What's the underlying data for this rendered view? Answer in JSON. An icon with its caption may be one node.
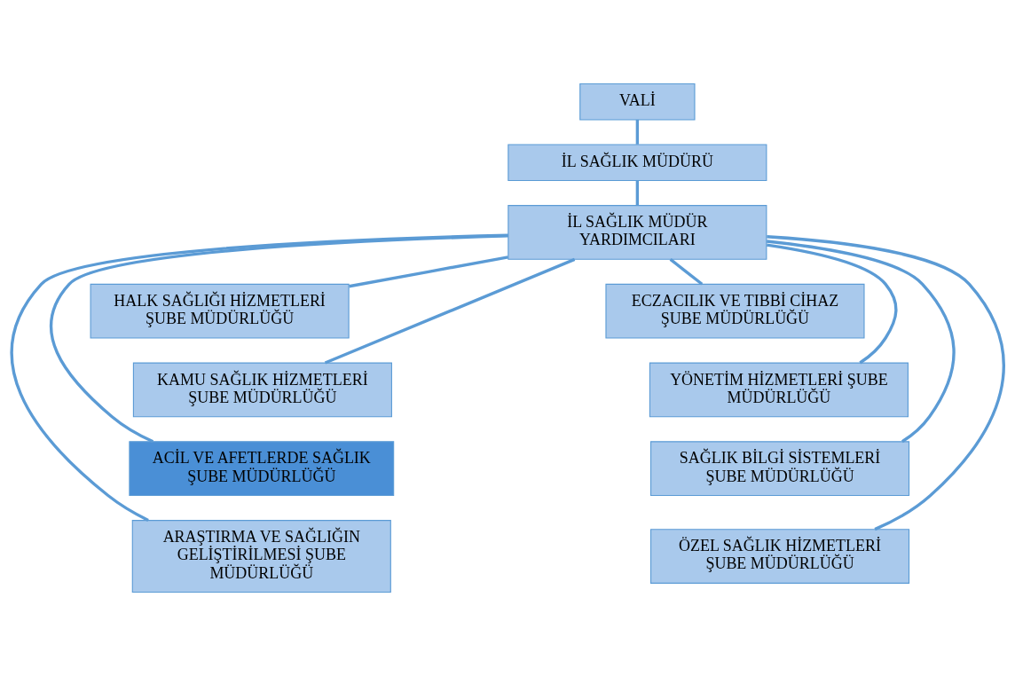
{
  "diagram": {
    "nodes": [
      {
        "text": [
          "VALİ"
        ]
      },
      {
        "text": [
          "İL SAĞLIK MÜDÜRÜ"
        ]
      },
      {
        "text": [
          "İL SAĞLIK MÜDÜR YARDIMCILARI"
        ]
      },
      {
        "text": [
          "HALK SAĞLIĞI HİZMETLERİ ŞUBE MÜDÜRLÜĞÜ"
        ]
      },
      {
        "text": [
          "ECZACILIK VE TIBBİ CİHAZ ŞUBE MÜDÜRLÜĞÜ"
        ]
      },
      {
        "text": [
          "KAMU SAĞLIK HİZMETLERİ ŞUBE MÜDÜRLÜĞÜ"
        ]
      },
      {
        "text": [
          "YÖNETİM HİZMETLERİ ŞUBE MÜDÜRLÜĞÜ"
        ]
      },
      {
        "text": [
          "ACİL VE AFETLERDE SAĞLIK ŞUBE MÜDÜRLÜĞÜ"
        ]
      },
      {
        "text": [
          "SAĞLIK BİLGİ SİSTEMLERİ ŞUBE MÜDÜRLÜĞÜ"
        ]
      },
      {
        "text": [
          "ARAŞTIRMA VE SAĞLIĞIN GELİŞTİRİLMESİ ŞUBE MÜDÜRLÜĞÜ"
        ]
      },
      {
        "text": [
          "ÖZEL SAĞLIK HİZMETLERİ ŞUBE MÜDÜRLÜĞÜ"
        ]
      }
    ],
    "edges": [
      {
        "from": 0,
        "to": 1,
        "arrow": "none"
      },
      {
        "from": 1,
        "to": 2,
        "arrow": "none"
      },
      {
        "from": 2,
        "to": 3,
        "arrow": "none"
      },
      {
        "from": 2,
        "to": 4,
        "arrow": "none"
      },
      {
        "from": 2,
        "to": 5,
        "arrow": "none"
      },
      {
        "from": 2,
        "to": 6,
        "arrow": "none"
      },
      {
        "from": 2,
        "to": 7,
        "arrow": "none"
      },
      {
        "from": 2,
        "to": 8,
        "arrow": "none"
      },
      {
        "from": 2,
        "to": 9,
        "arrow": "none"
      },
      {
        "from": 2,
        "to": 10,
        "arrow": "none"
      }
    ]
  }
}
